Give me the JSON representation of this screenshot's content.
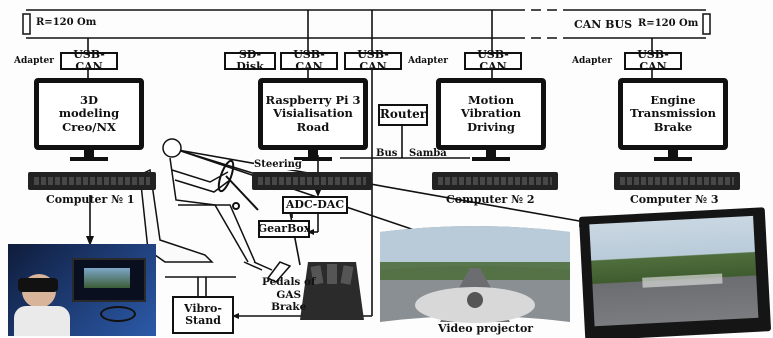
{
  "colors": {
    "line": "#111111",
    "bg": "#ffffff",
    "sky": "#b9cbd9",
    "road": "#6b6d70",
    "trees": "#4f6e3d",
    "vr_blue": "#1f3f7a"
  },
  "can_bus": {
    "label": "CAN BUS",
    "terminator_left": "R=120 Om",
    "terminator_right": "R=120 Om"
  },
  "adapters": {
    "a1": "Adapter",
    "a2": "Adapter",
    "a3": "Adapter"
  },
  "nodes": {
    "usb_can_1": "USB-CAN",
    "sd_disk": "SD-Disk",
    "usb_can_2": "USB-CAN",
    "usb_can_3": "USB-CAN",
    "usb_can_4": "USB-CAN",
    "usb_can_5": "USB-CAN",
    "router": "Router",
    "bus": "Bus",
    "samba": "Samba",
    "adc_dac": "ADC-DAC",
    "gearbox": "GearBox",
    "vibro_stand": "Vibro-\nStand"
  },
  "monitors": [
    {
      "lines": [
        "3D",
        "modeling",
        "Creo/NX"
      ],
      "caption": "Computer № 1"
    },
    {
      "lines": [
        "Raspberry Pi 3",
        "Visialisation",
        "Road"
      ],
      "caption": ""
    },
    {
      "lines": [
        "Motion",
        "Vibration",
        "Driving"
      ],
      "caption": "Computer № 2"
    },
    {
      "lines": [
        "Engine",
        "Transmission",
        "Brake"
      ],
      "caption": "Computer № 3"
    }
  ],
  "labels": {
    "steering": "Steering",
    "pedals": "Pedals of\nGAS\nBrake",
    "video_projector": "Video projector"
  },
  "icons": [
    "driver-seat-icon",
    "steering-wheel-icon",
    "pedals-icon",
    "keyboard-icon",
    "monitor-icon",
    "vr-headset-icon",
    "terminator-resistor-icon"
  ]
}
